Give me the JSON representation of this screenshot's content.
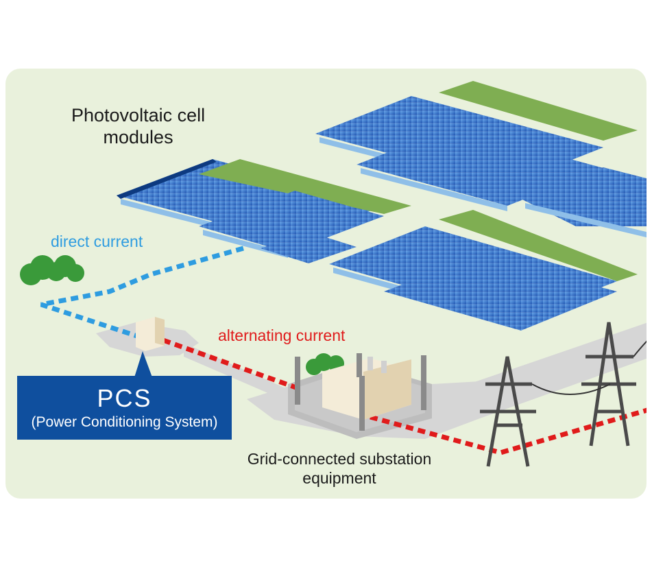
{
  "labels": {
    "pv_modules_line1": "Photovoltaic cell",
    "pv_modules_line2": "modules",
    "direct_current": "direct current",
    "alternating_current": "alternating current",
    "pcs_title": "PCS",
    "pcs_subtitle": "(Power Conditioning System)",
    "substation_line1": "Grid-connected substation",
    "substation_line2": "equipment"
  },
  "colors": {
    "background_panel": "#e9f1dc",
    "direct_current_line": "#2e9ce0",
    "alternating_current_line": "#e01b1b",
    "pcs_box": "#0f4f9e",
    "solar_panel": "#1f5fbf",
    "ground_strip": "#7fae52",
    "tree": "#3a9a3a",
    "road": "#d6d6d6",
    "tower": "#4a4a4a"
  },
  "icons": [
    "solar-panel-array-icon",
    "tree-icon",
    "pcs-inverter-icon",
    "substation-icon",
    "transmission-tower-icon"
  ]
}
